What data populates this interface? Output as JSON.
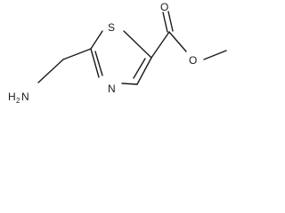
{
  "molecule": {
    "atoms": {
      "sulfur": "S",
      "ring_nitrogen": "N",
      "amine_main": "H",
      "amine_subscript": "2",
      "amine_nitrogen": "N",
      "carbonyl_oxygen": "O",
      "ester_oxygen": "O"
    }
  },
  "colors": {
    "bond": "#1a1a1a",
    "label": "#1a1a1a",
    "background": "#ffffff"
  }
}
